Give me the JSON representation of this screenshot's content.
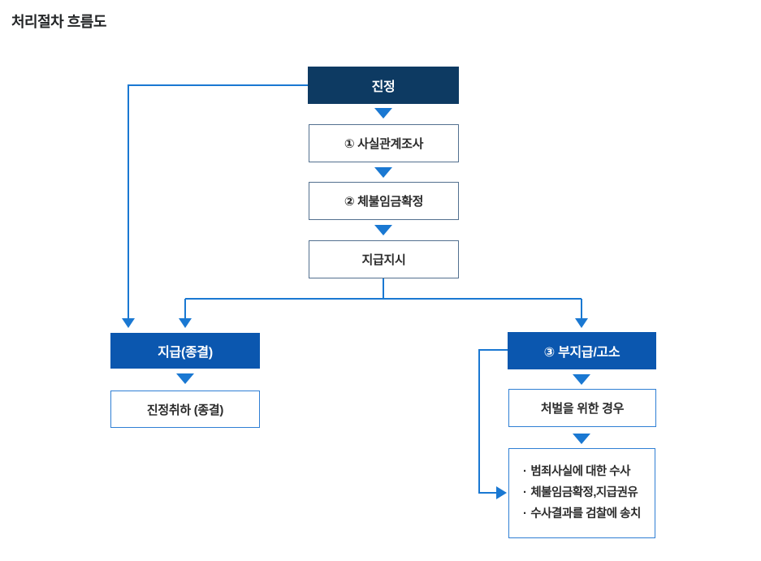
{
  "page": {
    "title": "처리절차 흐름도"
  },
  "flowchart": {
    "bullet": "·",
    "nodes": {
      "jinjeong": {
        "label": "진정"
      },
      "step1": {
        "label": "① 사실관계조사"
      },
      "step2": {
        "label": "② 체불임금확정"
      },
      "step3": {
        "label": "지급지시"
      },
      "pay": {
        "label": "지급(종결)"
      },
      "withdraw": {
        "label": "진정취하 (종결)"
      },
      "nonpay": {
        "label": "③ 부지급/고소"
      },
      "punish": {
        "label": "처벌을 위한 경우"
      },
      "investigation": {
        "items": [
          "범죄사실에 대한 수사",
          "체불임금확정,지급권유",
          "수사결과를 검찰에 송치"
        ]
      }
    },
    "colors": {
      "navy_box": "#0d3a62",
      "blue_box": "#0b57af",
      "connector_blue": "#1a78d2",
      "plain_border": "#53708f",
      "light_border": "#2f7fd4"
    }
  }
}
